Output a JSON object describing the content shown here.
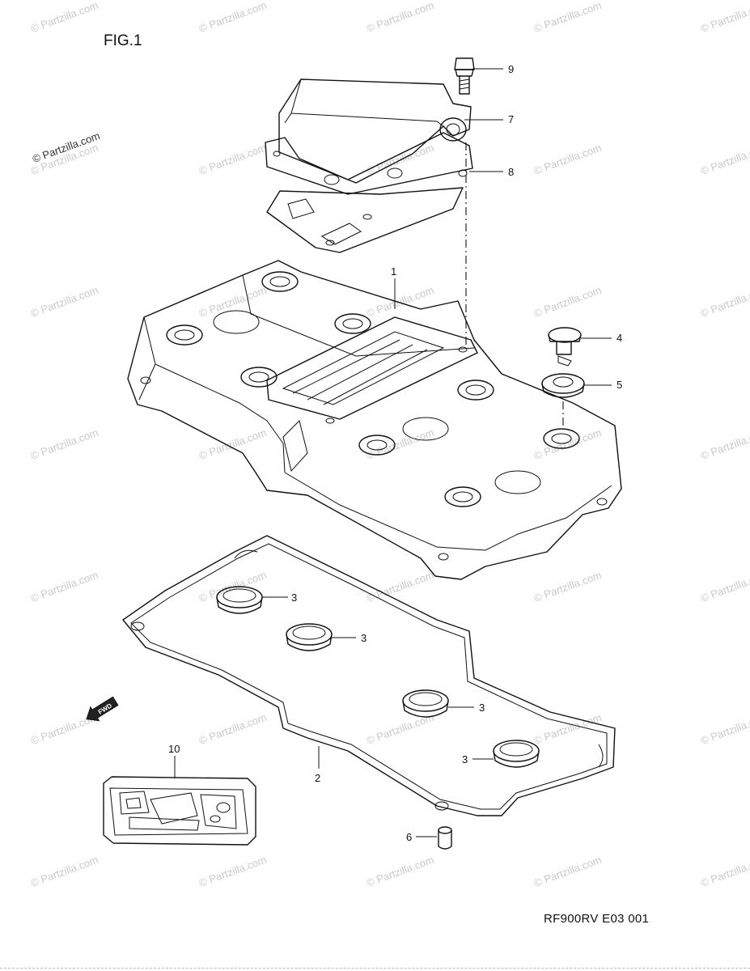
{
  "figure_title": "FIG.1",
  "drawing_code": "RF900RV E03 001",
  "copyright_label": "© Partzilla.com",
  "watermark_text": "© Partzilla.com",
  "forward_arrow_text": "FWD",
  "footer": {
    "id_text": "",
    "credit_text": ""
  },
  "callouts": [
    {
      "number": "9",
      "part": "bolt"
    },
    {
      "number": "7",
      "part": "grommet"
    },
    {
      "number": "8",
      "part": "breather-gasket"
    },
    {
      "number": "1",
      "part": "cylinder-head-cover"
    },
    {
      "number": "4",
      "part": "cover-bolt"
    },
    {
      "number": "5",
      "part": "cover-bolt-washer"
    },
    {
      "number": "3",
      "part": "plug-seal"
    },
    {
      "number": "3",
      "part": "plug-seal"
    },
    {
      "number": "3",
      "part": "plug-seal"
    },
    {
      "number": "3",
      "part": "plug-seal"
    },
    {
      "number": "10",
      "part": "gasket-set"
    },
    {
      "number": "2",
      "part": "head-cover-gasket"
    },
    {
      "number": "6",
      "part": "dowel-pin"
    }
  ],
  "colors": {
    "line": "#111111",
    "watermark": "#c9c9c9",
    "background": "#ffffff"
  }
}
